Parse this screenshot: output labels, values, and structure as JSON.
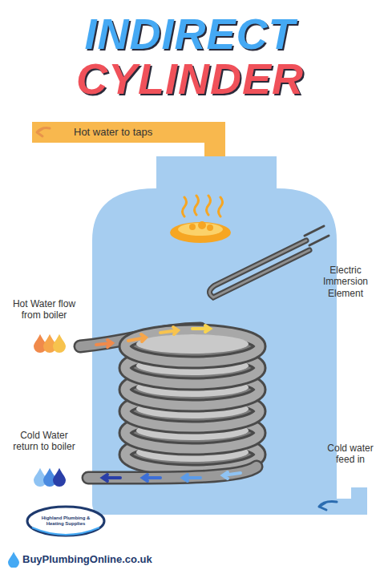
{
  "diagram": {
    "title": "INDIRECT CYLINDER",
    "labels": [
      "Hot water to taps",
      "Electric Immersion Element",
      "Hot Water flow from boiler",
      "Cold Water return to boiler",
      "Cold water feed in",
      "Highland Plumbing & Heating Supplies",
      "BuyPlumbingOnline.co.uk"
    ]
  }
}
